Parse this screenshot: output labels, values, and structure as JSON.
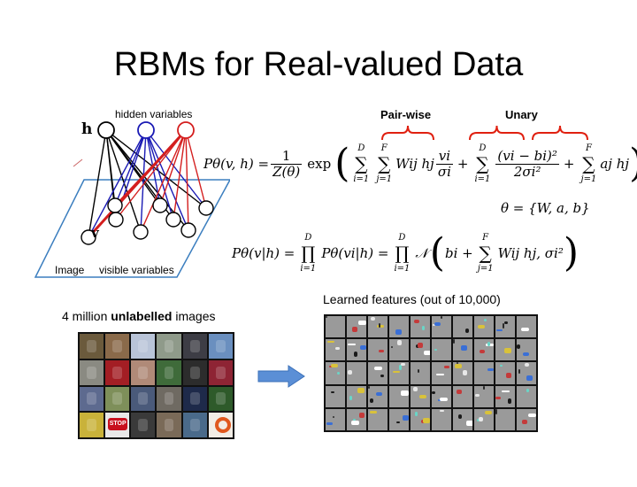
{
  "slide": {
    "title": "RBMs for Real-valued Data"
  },
  "rbm_diagram": {
    "hidden_label": "h",
    "hidden_caption": "hidden variables",
    "visible_label": "v",
    "image_caption": "Image",
    "visible_caption": "visible variables",
    "colors": {
      "hidden_black": "#000000",
      "hidden_blue": "#1a1ab4",
      "hidden_red": "#d41e1e",
      "plane": "#3b7ebf"
    }
  },
  "annotations": {
    "pairwise": "Pair-wise",
    "unary": "Unary",
    "brace_color": "#e02010"
  },
  "equations": {
    "energy_lhs": "Pθ(v, h) =",
    "energy_frac_num": "1",
    "energy_frac_den": "Z(θ)",
    "energy_exp": "exp",
    "sum_i_D": "D",
    "sum_i_sub": "i=1",
    "sum_j_F": "F",
    "sum_j_sub": "j=1",
    "pairwise_term": "Wij hj",
    "vi_num": "vi",
    "sigma_den": "σi",
    "quad_num": "(vi − bi)²",
    "quad_den": "2σi²",
    "unary_h": "aj hj",
    "plus": "+",
    "theta": "θ = {W, a, b}",
    "cond_lhs": "Pθ(v|h) =",
    "cond_prod_term": "Pθ(vi|h) =",
    "normal": "𝒩",
    "normal_mean": "bi +",
    "normal_sum_term": "Wij hj, σi²"
  },
  "data_panel": {
    "caption_prefix": "4 million ",
    "caption_bold": "unlabelled",
    "caption_suffix": " images",
    "photos": [
      {
        "icon": "lamp-photo",
        "color": "#6b5a3c"
      },
      {
        "icon": "people-photo",
        "color": "#8a6a4a"
      },
      {
        "icon": "sign-photo",
        "color": "#b9c4d8"
      },
      {
        "icon": "street-photo",
        "color": "#8f9a8a"
      },
      {
        "icon": "car-photo",
        "color": "#3d3d45"
      },
      {
        "icon": "sky-photo",
        "color": "#6a8fbf"
      },
      {
        "icon": "stone-photo",
        "color": "#8a8a82"
      },
      {
        "icon": "red-photo",
        "color": "#a31e24"
      },
      {
        "icon": "arms-photo",
        "color": "#b08a78"
      },
      {
        "icon": "tree-photo",
        "color": "#3f6b3a"
      },
      {
        "icon": "bottle-photo",
        "color": "#2c2c2c"
      },
      {
        "icon": "wine-photo",
        "color": "#8e2434"
      },
      {
        "icon": "group-photo",
        "color": "#5d6a8f"
      },
      {
        "icon": "field-photo",
        "color": "#7e8f5a"
      },
      {
        "icon": "person-photo",
        "color": "#4a5a7a"
      },
      {
        "icon": "crowd-photo",
        "color": "#6f6a62"
      },
      {
        "icon": "light-photo",
        "color": "#1e2a4a"
      },
      {
        "icon": "leaf-photo",
        "color": "#2e5a2a"
      },
      {
        "icon": "bird-photo",
        "color": "#c9b23a"
      },
      {
        "icon": "stop-sign-photo",
        "color": "#e8e8e8"
      },
      {
        "icon": "shadow-photo",
        "color": "#3a3a3a"
      },
      {
        "icon": "room-photo",
        "color": "#7a6a58"
      },
      {
        "icon": "sea-photo",
        "color": "#4a6a8a"
      },
      {
        "icon": "ring-photo",
        "color": "#f2ede6"
      }
    ],
    "stop_sign_text": "STOP",
    "arrow_color": "#5b8fd6"
  },
  "features_panel": {
    "caption": "Learned features (out of 10,000)"
  }
}
